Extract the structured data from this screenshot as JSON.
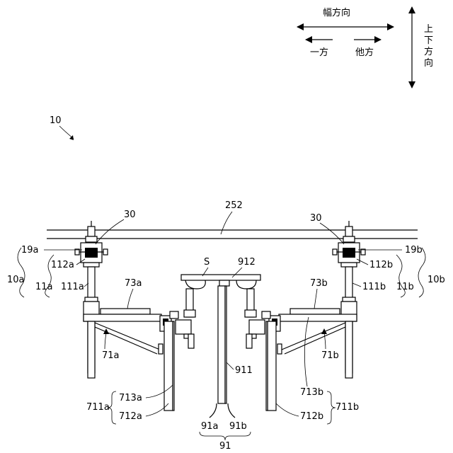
{
  "directions": {
    "width_direction": "幅方向",
    "one_side": "一方",
    "other_side": "他方",
    "vertical_direction": [
      "上",
      "下",
      "方",
      "向"
    ]
  },
  "labels": {
    "overall": "10",
    "rail": "252",
    "hanger_left": "30",
    "hanger_right": "30",
    "l19a": "19a",
    "l112a": "112a",
    "l111a": "111a",
    "l11a": "11a",
    "l10a": "10a",
    "l19b": "19b",
    "l112b": "112b",
    "l111b": "111b",
    "l11b": "11b",
    "l10b": "10b",
    "l73a": "73a",
    "l73b": "73b",
    "l71a": "71a",
    "l71b": "71b",
    "lS": "S",
    "l912": "912",
    "l911": "911",
    "l713a": "713a",
    "l712a": "712a",
    "l711a": "711a",
    "l713b": "713b",
    "l712b": "712b",
    "l711b": "711b",
    "l91a": "91a",
    "l91b": "91b",
    "l91": "91"
  }
}
